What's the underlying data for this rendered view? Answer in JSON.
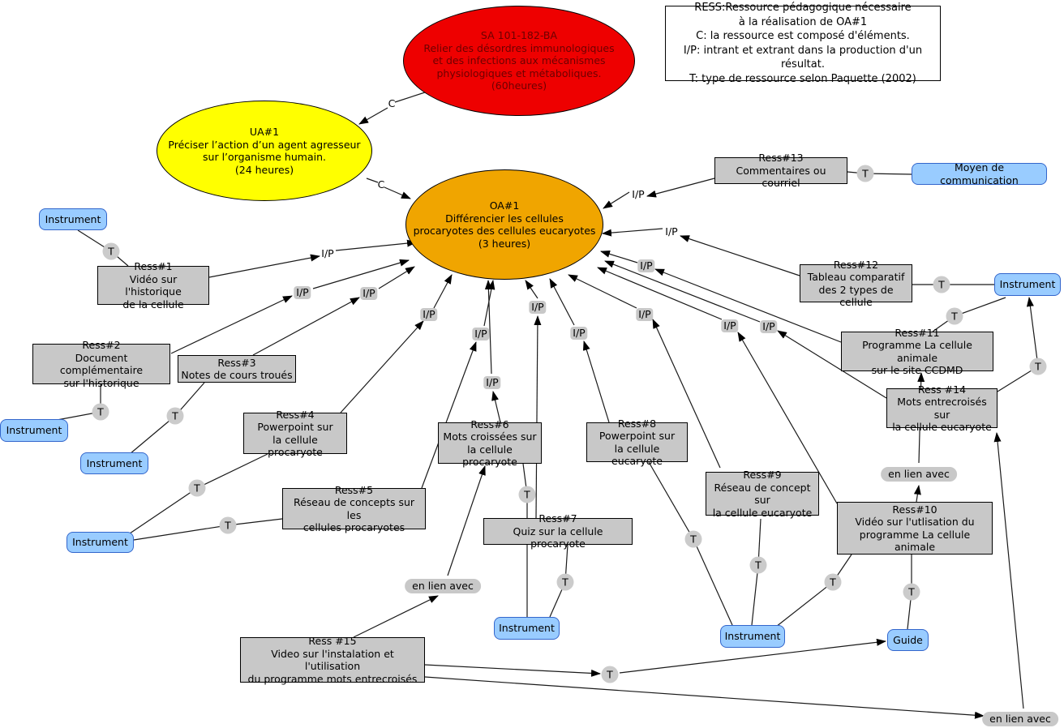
{
  "labels": {
    "ip": "I/P",
    "t": "T",
    "c": "C",
    "link": "en lien avec"
  },
  "legend": {
    "lines": [
      "RESS:Ressource pédagogique nécessaire",
      "à la réalisation de OA#1",
      "C: la ressource est composé d'éléments.",
      "I/P: intrant et extrant dans la production d'un résultat.",
      "T: type de ressource selon Paquette (2002)"
    ]
  },
  "colors": {
    "sa_fill": "#ee0000",
    "sa_text": "#6d0000",
    "ua_fill": "#ffff00",
    "oa_fill": "#f0a500",
    "resource_fill": "#c8c8c8",
    "type_fill": "#99ccff",
    "type_border": "#3366cc"
  },
  "nodes": {
    "sa": {
      "lines": [
        "SA 101-182-BA",
        "Relier des désordres immunologiques",
        "et des infections aux mécanismes",
        "physiologiques et métaboliques.",
        "(60heures)"
      ]
    },
    "ua": {
      "lines": [
        "UA#1",
        "Préciser l’action d’un agent agresseur",
        "sur l’organisme humain.",
        "(24 heures)"
      ]
    },
    "oa": {
      "lines": [
        "OA#1",
        "Différencier les cellules",
        "procaryotes des cellules eucaryotes",
        "(3 heures)"
      ]
    },
    "r1": {
      "title": "Ress#1",
      "lines": [
        "Vidéo sur l'historique",
        "de la cellule"
      ]
    },
    "r2": {
      "title": "Ress#2",
      "lines": [
        "Document complémentaire",
        "sur l'historique"
      ]
    },
    "r3": {
      "title": "Ress#3",
      "lines": [
        "Notes de cours troués"
      ]
    },
    "r4": {
      "title": "Ress#4",
      "lines": [
        "Powerpoint sur",
        "la cellule procaryote"
      ]
    },
    "r5": {
      "title": "Ress#5",
      "lines": [
        "Réseau de concepts sur les",
        "cellules procaryotes"
      ]
    },
    "r6": {
      "title": "Ress#6",
      "lines": [
        "Mots croissées sur",
        "la cellule procaryote"
      ]
    },
    "r7": {
      "title": "Ress#7",
      "lines": [
        "Quiz sur la cellule procaryote"
      ]
    },
    "r8": {
      "title": "Ress#8",
      "lines": [
        "Powerpoint sur",
        "la cellule eucaryote"
      ]
    },
    "r9": {
      "title": "Ress#9",
      "lines": [
        "Réseau de concept sur",
        "la cellule eucaryote"
      ]
    },
    "r10": {
      "title": "Ress#10",
      "lines": [
        "Vidéo sur l'utlisation du",
        "programme La cellule animale"
      ]
    },
    "r11": {
      "title": "Ress#11",
      "lines": [
        "Programme La cellule animale",
        "sur le site CCDMD"
      ]
    },
    "r12": {
      "title": "Ress#12",
      "lines": [
        "Tableau comparatif",
        "des 2 types de cellule"
      ]
    },
    "r13": {
      "title": "Ress#13",
      "lines": [
        "Commentaires ou courriel"
      ]
    },
    "r14": {
      "title": "Ress #14",
      "lines": [
        "Mots entrecroisés sur",
        "la cellule eucaryote"
      ]
    },
    "r15": {
      "title": "Ress #15",
      "lines": [
        "Video sur l'instalation et l'utilisation",
        "du programme mots entrecroisés"
      ]
    },
    "instrument": "Instrument",
    "guide": "Guide",
    "moyen": "Moyen de communication"
  }
}
